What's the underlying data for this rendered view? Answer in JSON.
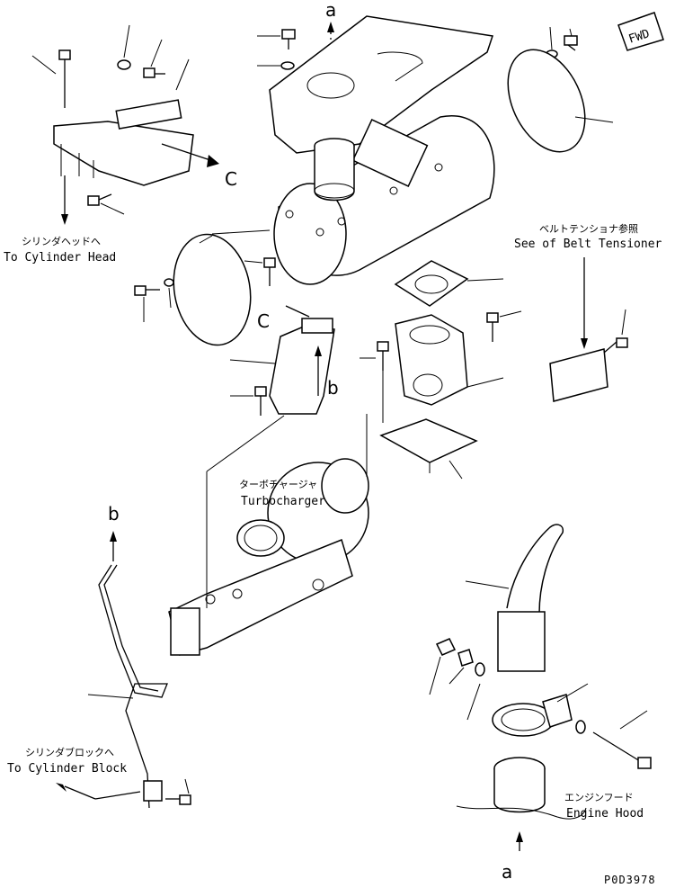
{
  "refs": {
    "a_top": "a",
    "a_bottom": "a",
    "b_mid": "b",
    "b_left": "b",
    "c_right": "C",
    "c_mid": "C"
  },
  "fwd": "FWD",
  "labels": {
    "cyl_head_jp": "シリンダヘッドへ",
    "cyl_head_en": "To Cylinder Head",
    "belt_jp": "ベルトテンショナ参照",
    "belt_en": "See of Belt Tensioner",
    "turbo_jp": "ターボチャージャ",
    "turbo_en": "Turbocharger",
    "cyl_block_jp": "シリンダブロックへ",
    "cyl_block_en": "To Cylinder Block",
    "hood_jp": "エンジンフード",
    "hood_en": "Engine Hood"
  },
  "drawing_code": "P0D3978"
}
